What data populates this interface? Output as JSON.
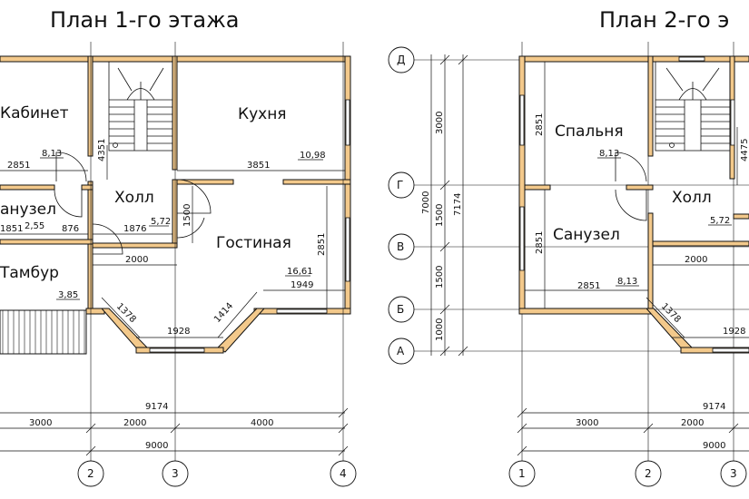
{
  "titles": {
    "floor1": "План 1-го этажа",
    "floor2": "План 2-го э"
  },
  "colors": {
    "wall": "#f3c98b",
    "wall_stroke": "#111111",
    "line": "#111111",
    "window": "#ffffff"
  },
  "floor1": {
    "rooms": {
      "cabinet": "Кабинет",
      "kitchen": "Кухня",
      "bathroom": "анузел",
      "hall": "Холл",
      "living": "Гостиная",
      "tambour": "Тамбур"
    },
    "areas": {
      "cabinet": "8,13",
      "kitchen": "10,98",
      "bathroom": "2,55",
      "hall": "5,72",
      "living": "16,61",
      "tambour": "3,85"
    },
    "dims": {
      "cabinet_w": "2851",
      "kitchen_w": "3851",
      "stair_h": "4351",
      "bath_w": "1851",
      "bath_w2": "876",
      "hall_w1": "1876",
      "hall_h": "1500",
      "hall_w2": "2000",
      "living_h": "2851",
      "living_w": "1949",
      "bay_w": "1928",
      "bay_d1": "1378",
      "bay_d2": "1414",
      "total1": "9174",
      "axis12": "3000",
      "axis23": "2000",
      "axis34": "4000",
      "total2": "9000"
    },
    "axes": [
      "2",
      "3",
      "4"
    ]
  },
  "floor2": {
    "rooms": {
      "bedroom": "Спальня",
      "bathroom": "Санузел",
      "hall": "Холл"
    },
    "areas": {
      "bedroom": "8,13",
      "hall": "5,72",
      "bath": "8,13"
    },
    "dims": {
      "bed_h": "2851",
      "stair_h": "4475",
      "hall_w": "2000",
      "bath_h": "2851",
      "bath_w": "2851",
      "bay_d": "1378",
      "bay_w": "1928",
      "total1": "9174",
      "axis12": "3000",
      "axis23": "2000",
      "total2": "9000"
    },
    "row_axes": [
      "Д",
      "Г",
      "В",
      "Б",
      "А"
    ],
    "row_dims": {
      "dg": "3000",
      "gv": "1500",
      "vb": "1500",
      "ba": "1000",
      "total": "7000",
      "total2": "7174"
    },
    "axes": [
      "1",
      "2",
      "3"
    ]
  }
}
